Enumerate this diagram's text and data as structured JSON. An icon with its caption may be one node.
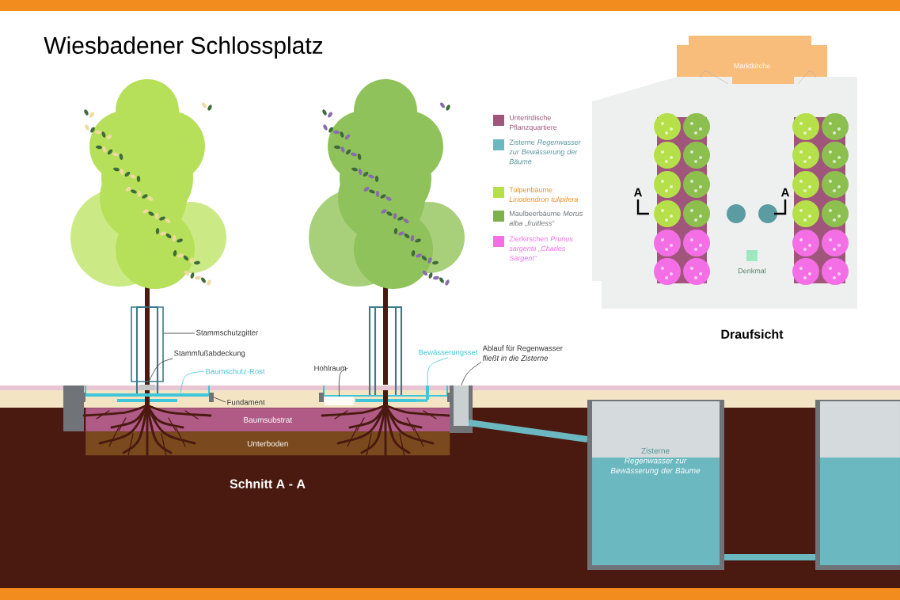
{
  "diagram": {
    "title": "Wiesbadener Schlossplatz",
    "nodes": [
      {
        "text": [
          "Stammschutzgitter"
        ]
      },
      {
        "text": [
          "Stammfußabdeckung"
        ]
      },
      {
        "text": [
          "Baumschutz-Rost"
        ]
      },
      {
        "text": [
          "Fundament"
        ]
      },
      {
        "text": [
          "Hohlraum"
        ]
      },
      {
        "text": [
          "Bewässerungsset"
        ]
      },
      {
        "text": [
          "Ablauf für Regenwasser",
          "fließt in die Zisterne"
        ]
      },
      {
        "text": [
          "Zisterne",
          "Regenwasser zur Bewässerung der Bäume"
        ]
      },
      {
        "text": [
          "Marktkirche"
        ]
      },
      {
        "text": [
          "Denkmal"
        ]
      },
      {
        "text": [
          "Baumsubstrat"
        ]
      },
      {
        "text": [
          "Unterboden"
        ]
      },
      {
        "text": [],
        "shape": "box"
      },
      {
        "text": [],
        "shape": "box"
      },
      {
        "text": [],
        "shape": "bar"
      },
      {
        "text": [],
        "shape": "box"
      },
      {
        "text": [],
        "shape": "box"
      },
      {
        "text": [],
        "shape": "bar"
      },
      {
        "text": [],
        "shape": "box"
      }
    ],
    "edges": [
      {
        "from": 0,
        "to": 12,
        "arrow": "none"
      },
      {
        "from": 1,
        "to": 13,
        "arrow": "none"
      },
      {
        "from": 2,
        "to": 14,
        "arrow": "none",
        "color": "#3fc6d8"
      },
      {
        "from": 3,
        "to": 15,
        "arrow": "none"
      },
      {
        "from": 4,
        "to": 16,
        "arrow": "none"
      },
      {
        "from": 5,
        "to": 17,
        "arrow": "none",
        "color": "#3fc6d8"
      },
      {
        "from": 6,
        "to": 18,
        "arrow": "none"
      }
    ],
    "labels": [
      "A",
      "A",
      "Schnitt A - A",
      "Draufsicht"
    ],
    "legend": [
      {
        "text": "Unterirdische Pflanzquartiere",
        "color": "#a0557a"
      },
      {
        "text": "Zisterne *Regenwasser zur Bewässerung der Bäume*",
        "color": "#6bb8c0"
      },
      {
        "text": "Tulpenbäume *Liriodendron tulipifera*",
        "color": "#b5e04a"
      },
      {
        "text": "Maulbeerbäume *Morus alba „fruitless“*",
        "color": "#7fb04a"
      },
      {
        "text": "Zierkirschen *Prunus sargentii „Charles Sargent“*",
        "color": "#f46fe6"
      }
    ]
  }
}
